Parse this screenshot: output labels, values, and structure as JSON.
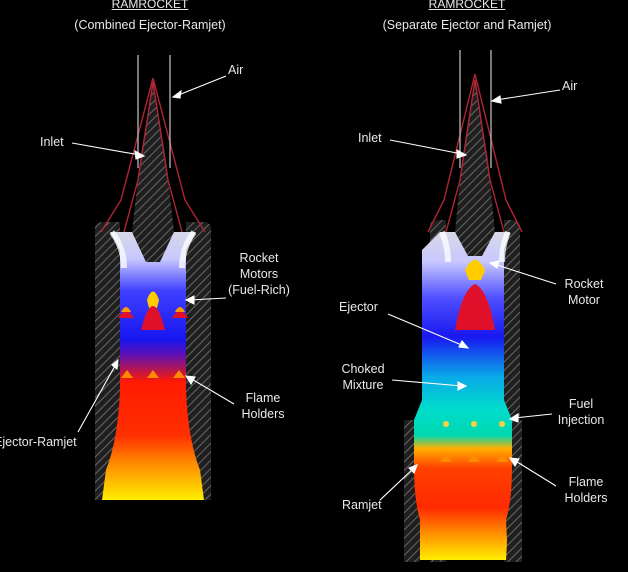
{
  "left_diagram": {
    "title": "RAMROCKET",
    "subtitle": "(Combined Ejector-Ramjet)",
    "labels": {
      "air": "Air",
      "inlet": "Inlet",
      "rocket_motors": "Rocket\nMotors\n(Fuel-Rich)",
      "flame_holders": "Flame\nHolders",
      "ejector_ramjet": "Ejector-Ramjet"
    }
  },
  "right_diagram": {
    "title": "RAMROCKET",
    "subtitle": "(Separate Ejector and Ramjet)",
    "labels": {
      "air": "Air",
      "inlet": "Inlet",
      "rocket_motor": "Rocket\nMotor",
      "ejector": "Ejector",
      "choked_mixture": "Choked\nMixture",
      "fuel_injection": "Fuel\nInjection",
      "flame_holders": "Flame\nHolders",
      "ramjet": "Ramjet"
    }
  },
  "colors": {
    "background": "#000000",
    "text": "#e8e8e8",
    "inlet_outline": "#b02436",
    "hatch_wall": "#2a2a2a",
    "flame_core_blue": "#1a1aff",
    "flame_red": "#ff2200",
    "flame_yellow": "#ffe000",
    "choked_cyan": "#00dccc"
  }
}
